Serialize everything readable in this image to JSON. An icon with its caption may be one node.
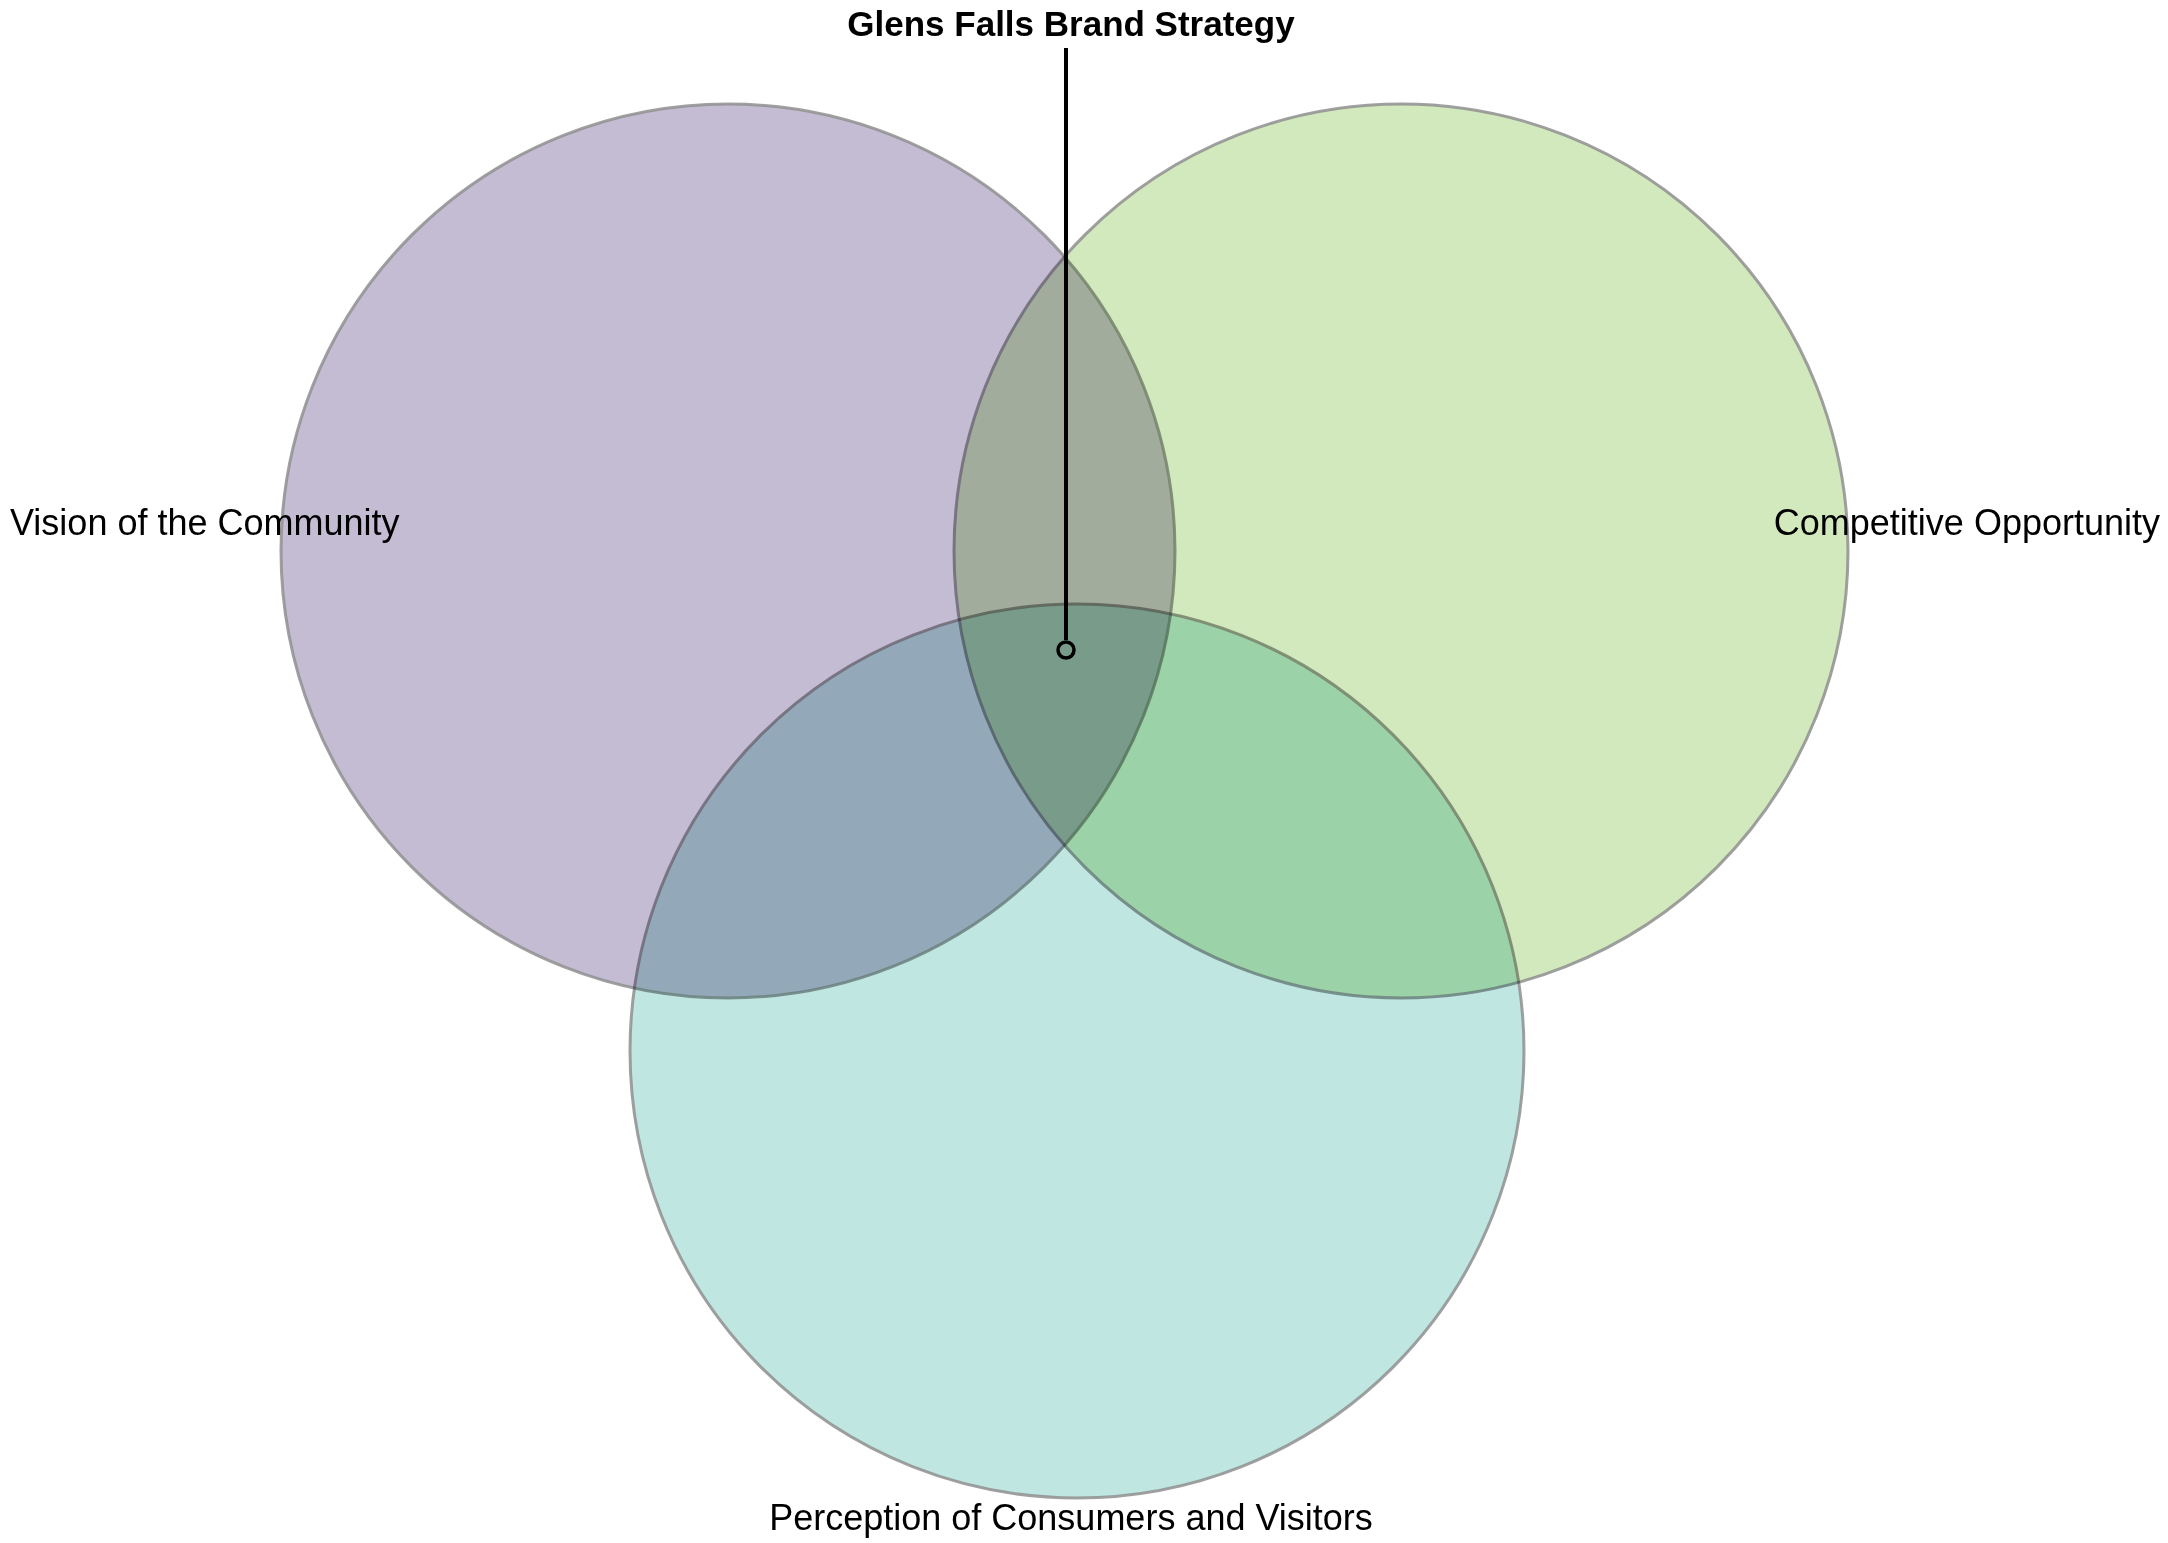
{
  "diagram": {
    "nodes": [
      {
        "text": [
          "Vision of the Community"
        ]
      },
      {
        "text": [
          "Competitive Opportunity"
        ]
      },
      {
        "text": [
          "Perception of Consumers and Visitors"
        ]
      },
      {
        "text": [
          "Glens Falls Brand Strategy"
        ]
      },
      {
        "text": [],
        "shape": "circle"
      }
    ],
    "edges": [
      {
        "from": 3,
        "to": 4,
        "arrow": "none"
      }
    ]
  }
}
